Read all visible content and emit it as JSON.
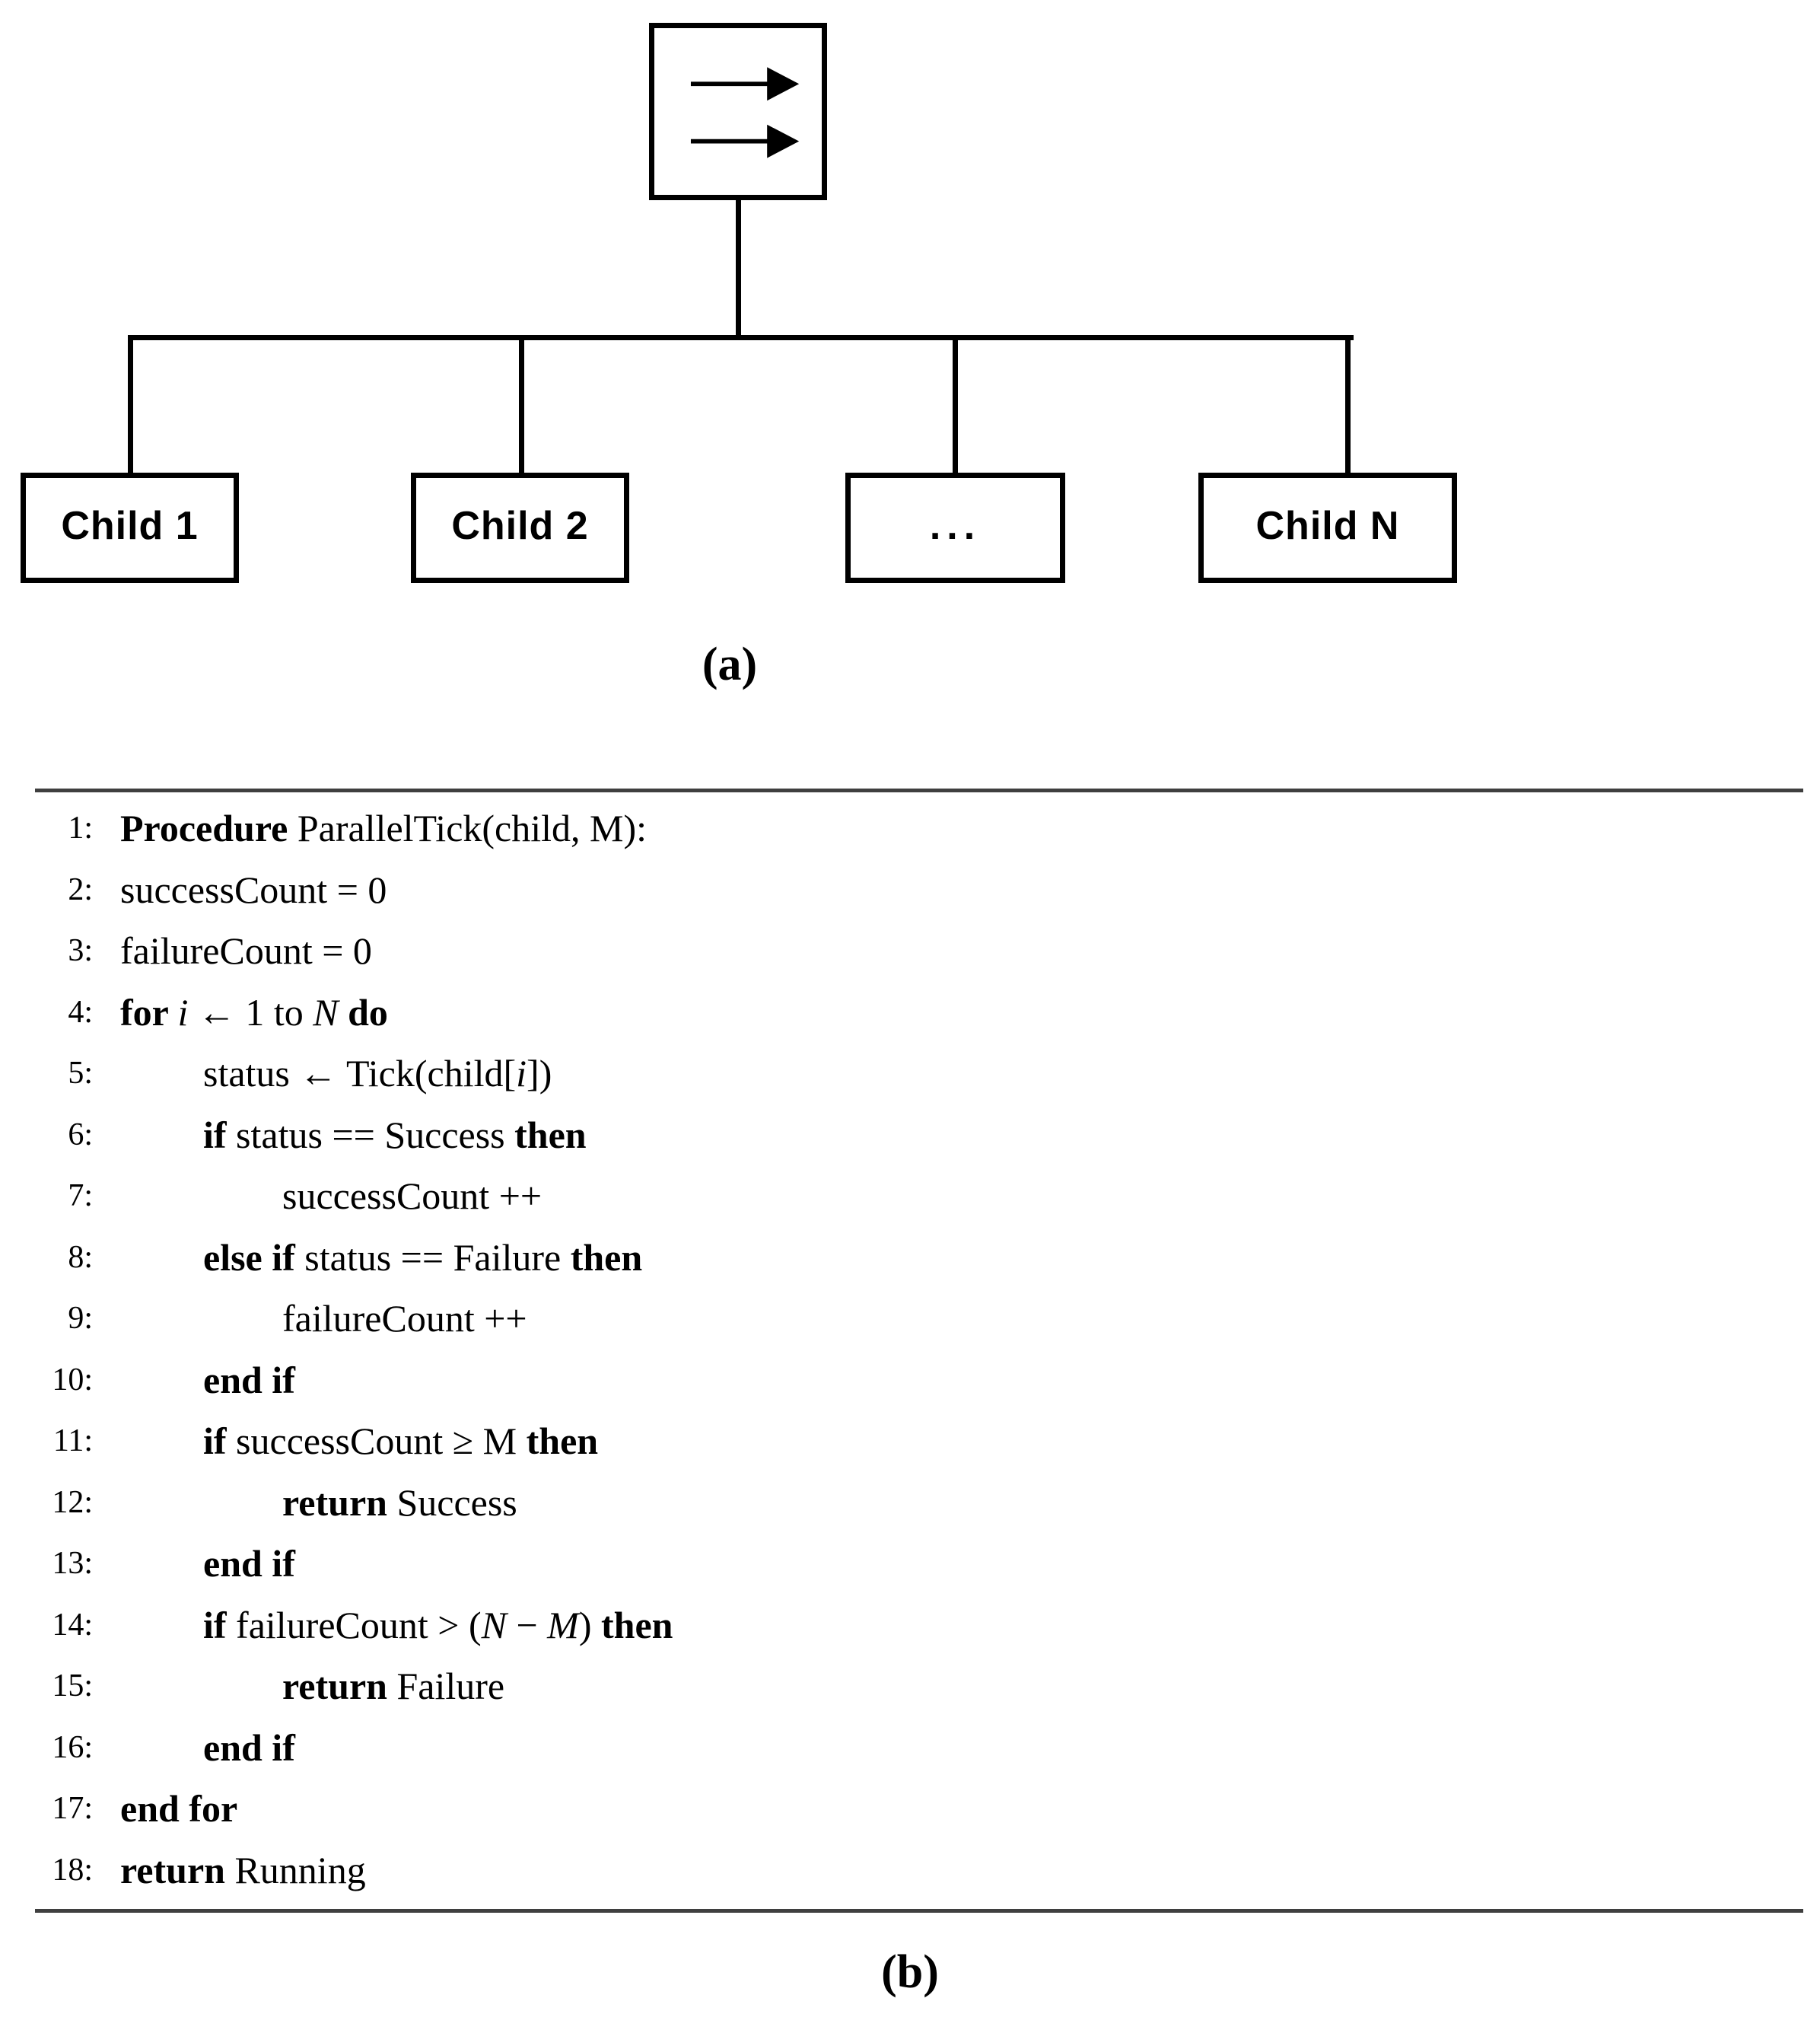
{
  "figure": {
    "diagram": {
      "parent_icon": "parallel-arrows-icon",
      "children": [
        {
          "label": "Child 1"
        },
        {
          "label": "Child 2"
        },
        {
          "label": "..."
        },
        {
          "label": "Child N"
        }
      ],
      "caption": "(a)"
    },
    "algorithm": {
      "caption": "(b)",
      "lines": [
        {
          "num": "1:",
          "indent": 0,
          "parts": [
            [
              "b",
              "Procedure"
            ],
            [
              "r",
              " ParallelTick(child, M):"
            ]
          ]
        },
        {
          "num": "2:",
          "indent": 0,
          "parts": [
            [
              "r",
              "successCount = 0"
            ]
          ]
        },
        {
          "num": "3:",
          "indent": 0,
          "parts": [
            [
              "r",
              "failureCount = 0"
            ]
          ]
        },
        {
          "num": "4:",
          "indent": 0,
          "parts": [
            [
              "b",
              "for "
            ],
            [
              "i",
              "i"
            ],
            [
              "r",
              " ← 1 to "
            ],
            [
              "i",
              "N"
            ],
            [
              "b",
              " do"
            ]
          ]
        },
        {
          "num": "5:",
          "indent": 1,
          "parts": [
            [
              "r",
              "status ← Tick(child["
            ],
            [
              "i",
              "i"
            ],
            [
              "r",
              "])"
            ]
          ]
        },
        {
          "num": "6:",
          "indent": 1,
          "parts": [
            [
              "b",
              "if "
            ],
            [
              "r",
              "status == Success "
            ],
            [
              "b",
              "then"
            ]
          ]
        },
        {
          "num": "7:",
          "indent": 2,
          "parts": [
            [
              "r",
              "successCount ++"
            ]
          ]
        },
        {
          "num": "8:",
          "indent": 1,
          "parts": [
            [
              "b",
              "else if "
            ],
            [
              "r",
              "status == Failure "
            ],
            [
              "b",
              "then"
            ]
          ]
        },
        {
          "num": "9:",
          "indent": 2,
          "parts": [
            [
              "r",
              "failureCount ++"
            ]
          ]
        },
        {
          "num": "10:",
          "indent": 1,
          "parts": [
            [
              "b",
              "end if"
            ]
          ]
        },
        {
          "num": "11:",
          "indent": 1,
          "parts": [
            [
              "b",
              "if "
            ],
            [
              "r",
              "successCount ≥ M "
            ],
            [
              "b",
              "then"
            ]
          ]
        },
        {
          "num": "12:",
          "indent": 2,
          "parts": [
            [
              "b",
              "return "
            ],
            [
              "r",
              "Success"
            ]
          ]
        },
        {
          "num": "13:",
          "indent": 1,
          "parts": [
            [
              "b",
              "end if"
            ]
          ]
        },
        {
          "num": "14:",
          "indent": 1,
          "parts": [
            [
              "b",
              "if "
            ],
            [
              "r",
              "failureCount > ("
            ],
            [
              "i",
              "N"
            ],
            [
              "r",
              " − "
            ],
            [
              "i",
              "M"
            ],
            [
              "r",
              ") "
            ],
            [
              "b",
              "then"
            ]
          ]
        },
        {
          "num": "15:",
          "indent": 2,
          "parts": [
            [
              "b",
              "return "
            ],
            [
              "r",
              "Failure"
            ]
          ]
        },
        {
          "num": "16:",
          "indent": 1,
          "parts": [
            [
              "b",
              "end if"
            ]
          ]
        },
        {
          "num": "17:",
          "indent": 0,
          "parts": [
            [
              "b",
              "end for"
            ]
          ]
        },
        {
          "num": "18:",
          "indent": 0,
          "parts": [
            [
              "b",
              "return "
            ],
            [
              "r",
              "Running"
            ]
          ]
        }
      ]
    }
  }
}
